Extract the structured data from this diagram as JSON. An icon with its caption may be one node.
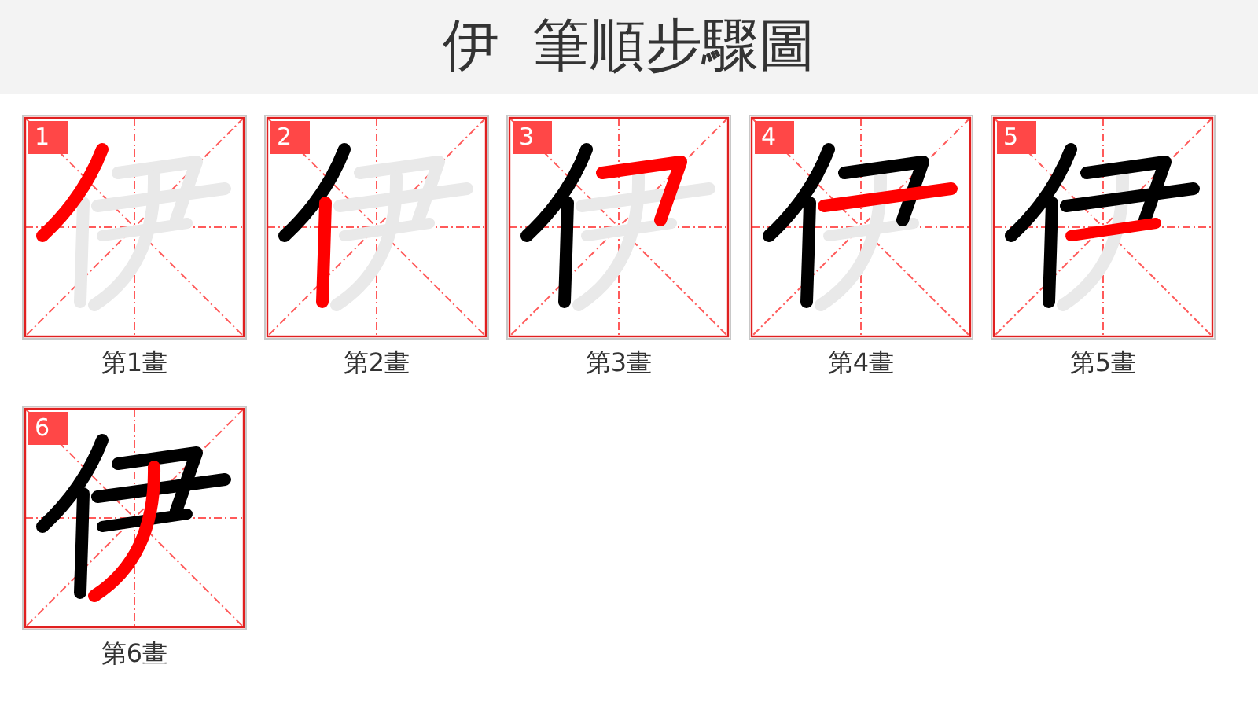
{
  "diagram": {
    "title": "伊 筆順步驟圖",
    "nodes": [
      {
        "text": [
          "1"
        ],
        "beside": [
          "第1畫"
        ]
      },
      {
        "text": [
          "2"
        ],
        "beside": [
          "第2畫"
        ]
      },
      {
        "text": [
          "3"
        ],
        "beside": [
          "第3畫"
        ]
      },
      {
        "text": [
          "4"
        ],
        "beside": [
          "第4畫"
        ]
      },
      {
        "text": [
          "5"
        ],
        "beside": [
          "第5畫"
        ]
      },
      {
        "text": [
          "6"
        ],
        "beside": [
          "第6畫"
        ]
      }
    ]
  }
}
